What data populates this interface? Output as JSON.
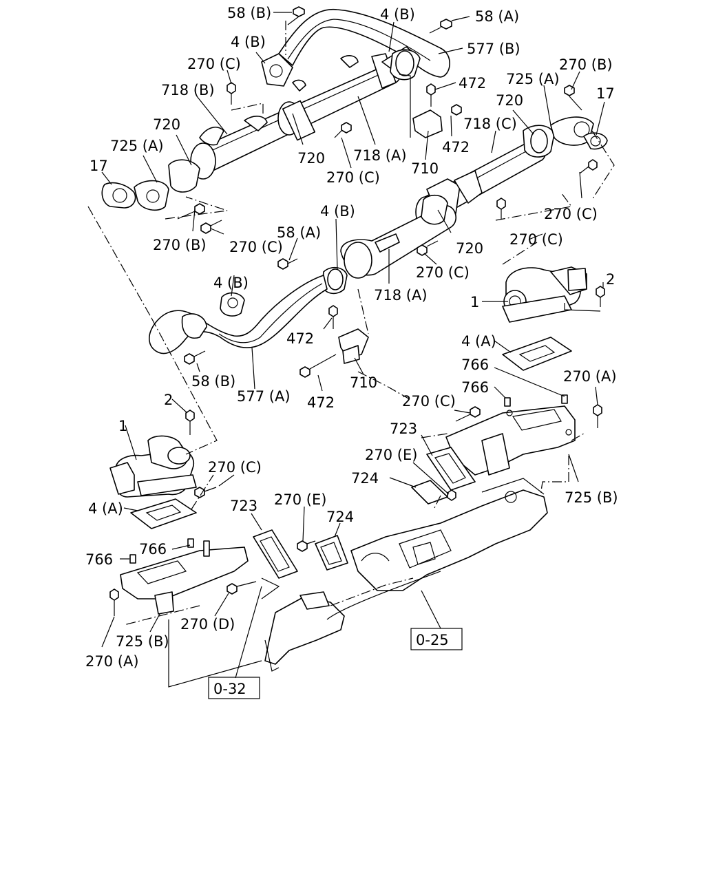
{
  "labels": {
    "l_58b_top": "58 (B)",
    "l_4b_top": "4 (B)",
    "l_58a_top": "58 (A)",
    "l_4b_left": "4 (B)",
    "l_577b": "577 (B)",
    "l_270c_a": "270 (C)",
    "l_725a_right": "725 (A)",
    "l_270b_right": "270 (B)",
    "l_718b": "718 (B)",
    "l_472_a": "472",
    "l_17_right": "17",
    "l_720_right": "720",
    "l_720_left": "720",
    "l_718c": "718 (C)",
    "l_725a_left": "725 (A)",
    "l_720_mid": "720",
    "l_718a_top": "718 (A)",
    "l_472_b": "472",
    "l_270c_b": "270 (C)",
    "l_710_top": "710",
    "l_17_left": "17",
    "l_270c_right": "270 (C)",
    "l_4b_mid": "4 (B)",
    "l_58a_mid": "58 (A)",
    "l_270b_left": "270 (B)",
    "l_270c_c": "270 (C)",
    "l_720_low": "720",
    "l_270c_d": "270 (C)",
    "l_4b_mid2": "4 (B)",
    "l_270c_e": "270 (C)",
    "l_2_right": "2",
    "l_718a_low": "718 (A)",
    "l_1_right": "1",
    "l_472_c": "472",
    "l_4a_right": "4 (A)",
    "l_58b_low": "58 (B)",
    "l_710_low": "710",
    "l_766_r1": "766",
    "l_577a": "577 (A)",
    "l_270a_right": "270 (A)",
    "l_472_d": "472",
    "l_766_r2": "766",
    "l_270c_f": "270 (C)",
    "l_2_left": "2",
    "l_723_r": "723",
    "l_1_left": "1",
    "l_270e_r": "270 (E)",
    "l_270c_g": "270 (C)",
    "l_724_r": "724",
    "l_725b_right": "725 (B)",
    "l_4a_left": "4 (A)",
    "l_723_l": "723",
    "l_270e_l": "270 (E)",
    "l_724_l": "724",
    "l_766_l2": "766",
    "l_766_l1": "766",
    "l_270d": "270 (D)",
    "l_725b_left": "725 (B)",
    "l_270a_left": "270 (A)",
    "ref_025": "0-25",
    "ref_032": "0-32"
  }
}
